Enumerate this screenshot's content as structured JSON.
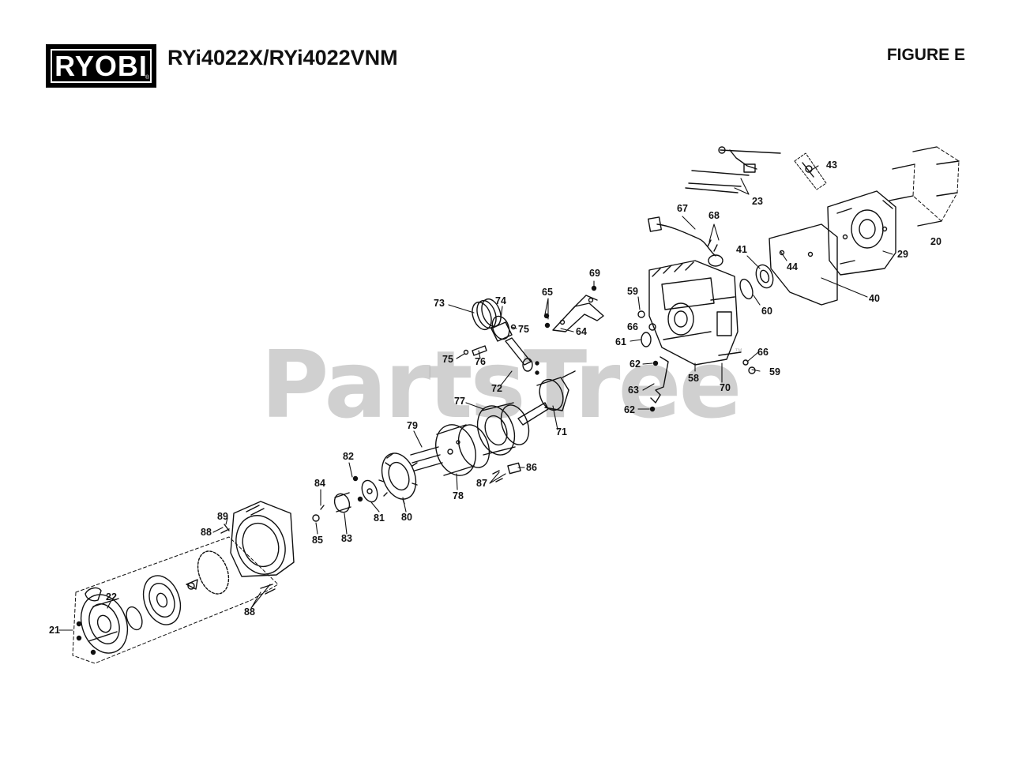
{
  "header": {
    "brand": "RYOBI",
    "model": "RYi4022X/RYi4022VNM",
    "figure": "FIGURE E"
  },
  "watermark": {
    "text": "PartsTree",
    "mark": "™"
  },
  "callouts": [
    {
      "id": "c20",
      "label": "20"
    },
    {
      "id": "c21",
      "label": "21"
    },
    {
      "id": "c22",
      "label": "22"
    },
    {
      "id": "c23",
      "label": "23"
    },
    {
      "id": "c29",
      "label": "29"
    },
    {
      "id": "c40",
      "label": "40"
    },
    {
      "id": "c41",
      "label": "41"
    },
    {
      "id": "c43",
      "label": "43"
    },
    {
      "id": "c44",
      "label": "44"
    },
    {
      "id": "c58",
      "label": "58"
    },
    {
      "id": "c59a",
      "label": "59"
    },
    {
      "id": "c59b",
      "label": "59"
    },
    {
      "id": "c60",
      "label": "60"
    },
    {
      "id": "c61",
      "label": "61"
    },
    {
      "id": "c62a",
      "label": "62"
    },
    {
      "id": "c62b",
      "label": "62"
    },
    {
      "id": "c63",
      "label": "63"
    },
    {
      "id": "c64",
      "label": "64"
    },
    {
      "id": "c65",
      "label": "65"
    },
    {
      "id": "c66a",
      "label": "66"
    },
    {
      "id": "c66b",
      "label": "66"
    },
    {
      "id": "c67",
      "label": "67"
    },
    {
      "id": "c68",
      "label": "68"
    },
    {
      "id": "c69",
      "label": "69"
    },
    {
      "id": "c70",
      "label": "70"
    },
    {
      "id": "c71",
      "label": "71"
    },
    {
      "id": "c72",
      "label": "72"
    },
    {
      "id": "c73",
      "label": "73"
    },
    {
      "id": "c74",
      "label": "74"
    },
    {
      "id": "c75a",
      "label": "75"
    },
    {
      "id": "c75b",
      "label": "75"
    },
    {
      "id": "c76",
      "label": "76"
    },
    {
      "id": "c77",
      "label": "77"
    },
    {
      "id": "c78",
      "label": "78"
    },
    {
      "id": "c79",
      "label": "79"
    },
    {
      "id": "c80",
      "label": "80"
    },
    {
      "id": "c81",
      "label": "81"
    },
    {
      "id": "c82",
      "label": "82"
    },
    {
      "id": "c83",
      "label": "83"
    },
    {
      "id": "c84",
      "label": "84"
    },
    {
      "id": "c85",
      "label": "85"
    },
    {
      "id": "c86",
      "label": "86"
    },
    {
      "id": "c87",
      "label": "87"
    },
    {
      "id": "c88a",
      "label": "88"
    },
    {
      "id": "c88b",
      "label": "88"
    },
    {
      "id": "c89",
      "label": "89"
    }
  ]
}
